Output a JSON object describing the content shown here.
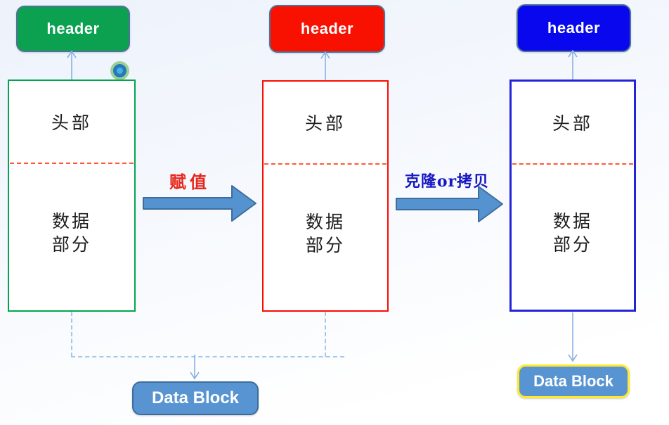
{
  "diagram": {
    "columns": [
      {
        "header_label": "header",
        "header_fill": "#0ba150",
        "box_border": "#00a64f",
        "head_label": "头部",
        "data_line1": "数据",
        "data_line2": "部分"
      },
      {
        "header_label": "header",
        "header_fill": "#f81000",
        "box_border": "#fc0d00",
        "head_label": "头部",
        "data_line1": "数据",
        "data_line2": "部分"
      },
      {
        "header_label": "header",
        "header_fill": "#0807ee",
        "box_border": "#2323d8",
        "head_label": "头部",
        "data_line1": "数据",
        "data_line2": "部分"
      }
    ],
    "transitions": [
      {
        "label": "赋值",
        "label_color": "#e8271c"
      },
      {
        "label": "克隆or拷贝",
        "label_color": "#1717c4"
      }
    ],
    "data_blocks": [
      {
        "label": "Data Block",
        "fill": "#5794d1",
        "border": "#3e6d9c"
      },
      {
        "label": "Data Block",
        "fill": "#5794d1",
        "border": "#ffe92a"
      }
    ],
    "colors": {
      "arrow_fill": "#5593d0",
      "arrow_stroke": "#3e6d9c",
      "connector": "#8ab1e4",
      "connector_dashed": "#a5c7ec",
      "divider": "#ff5a36",
      "marker_outer": "#9ccf96",
      "marker_ring": "#2878ba",
      "marker_center": "#44b1e3"
    }
  }
}
